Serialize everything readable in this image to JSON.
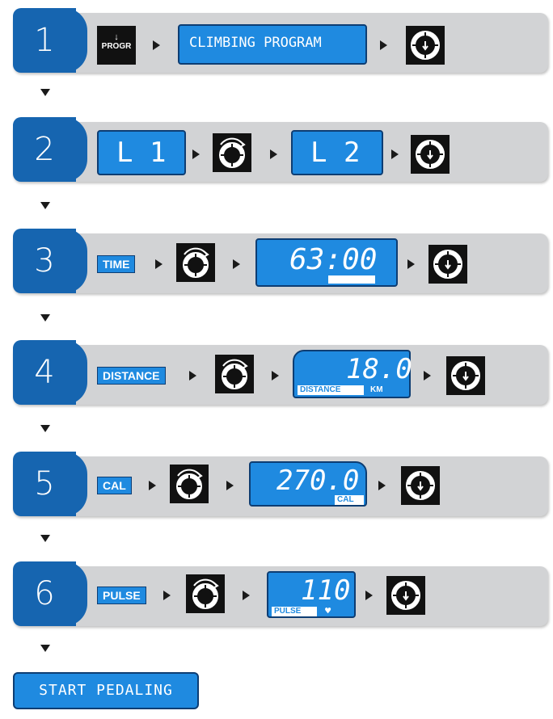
{
  "steps": [
    {
      "number": "1",
      "progr_label": "PROGR",
      "display": "CLIMBING PROGRAM"
    },
    {
      "number": "2",
      "display_left": "L 1",
      "display_right": "L 2"
    },
    {
      "number": "3",
      "label": "TIME",
      "display": "63:00"
    },
    {
      "number": "4",
      "label": "DISTANCE",
      "display": "18.0",
      "sub_label": "DISTANCE",
      "unit": "KM"
    },
    {
      "number": "5",
      "label": "CAL",
      "display": "270.0",
      "sub_label": "CAL"
    },
    {
      "number": "6",
      "label": "PULSE",
      "display": "110",
      "sub_label": "PULSE"
    }
  ],
  "final": "START PEDALING",
  "icons": {
    "enter": "enter-knob-icon",
    "rotate": "rotate-knob-icon",
    "heart": "heart-icon",
    "down_arrow": "arrow-down-icon",
    "progr": "progr-button-icon"
  },
  "colors": {
    "step_blue": "#1665b0",
    "lcd_blue": "#1f8ae0",
    "bar_grey": "#d2d3d5"
  }
}
